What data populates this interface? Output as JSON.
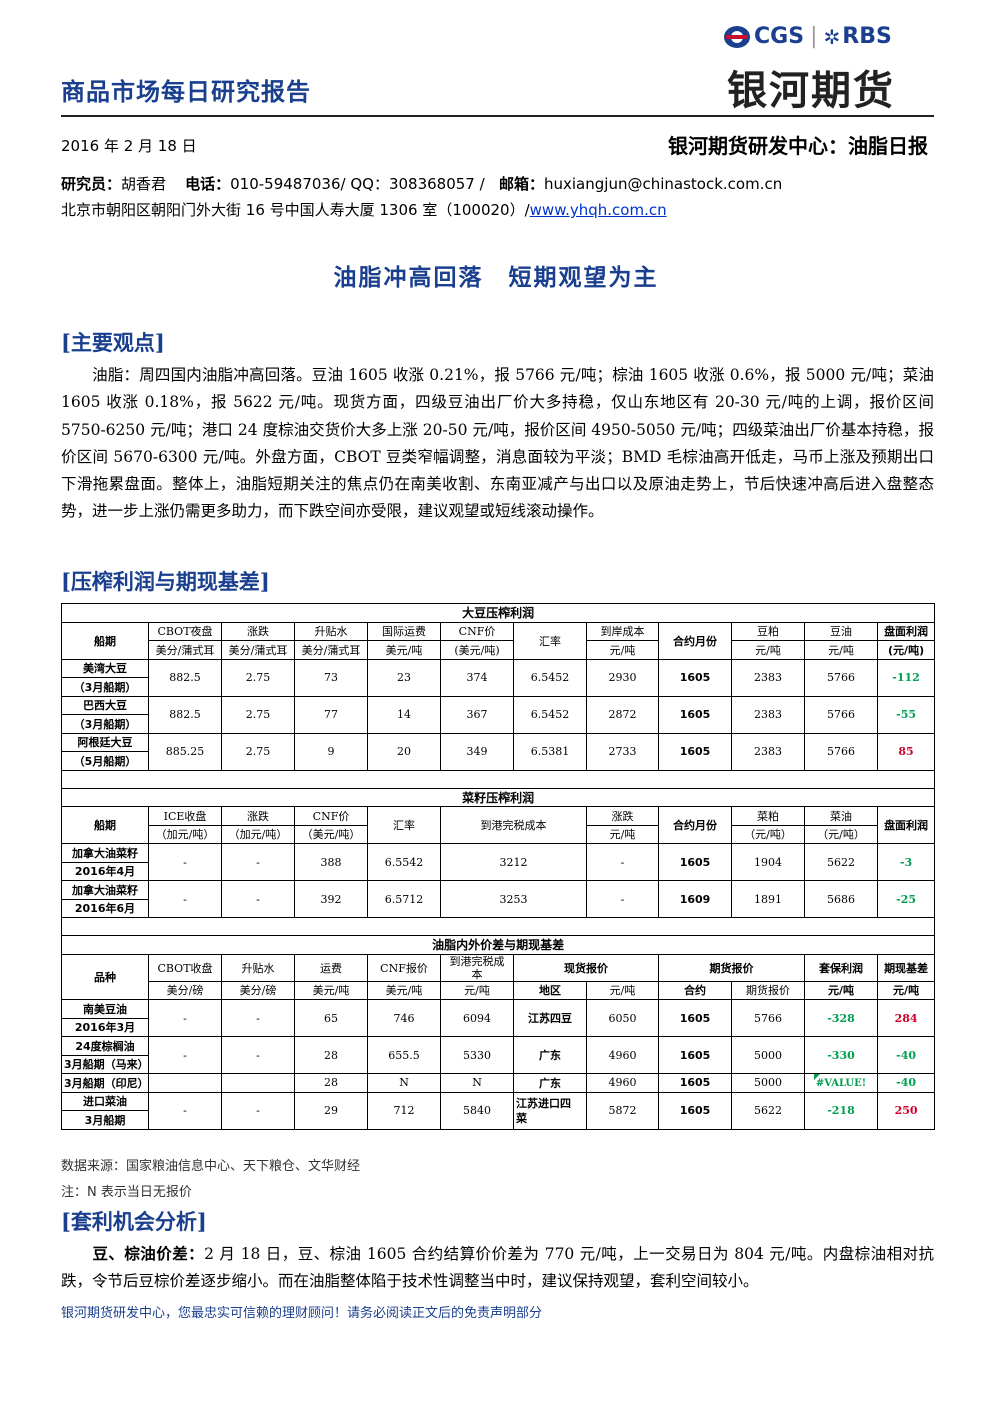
{
  "header": {
    "report_title": "商品市场每日研究报告",
    "logo_cgs": "CGS",
    "logo_rbs": "RBS",
    "logo_cn": "银河期货"
  },
  "meta": {
    "date": "2016 年 2 月 18 日",
    "center": "银河期货研发中心：油脂日报",
    "researcher_label": "研究员：",
    "researcher_name": "胡香君",
    "phone_label": "电话：",
    "phone": "010-59487036/ QQ：308368057 /",
    "email_label": "邮箱：",
    "email": "huxiangjun@chinastock.com.cn",
    "address": "北京市朝阳区朝阳门外大街 16 号中国人寿大厦 1306 室（100020）/",
    "website": "www.yhqh.com.cn"
  },
  "main_title": "油脂冲高回落　短期观望为主",
  "sections": {
    "views_heading": "[主要观点]",
    "views_text": "油脂：周四国内油脂冲高回落。豆油 1605 收涨 0.21%，报 5766 元/吨；棕油 1605 收涨 0.6%，报 5000 元/吨；菜油 1605 收涨 0.18%，报 5622 元/吨。现货方面，四级豆油出厂价大多持稳，仅山东地区有 20-30 元/吨的上调，报价区间 5750-6250 元/吨；港口 24 度棕油交货价大多上涨 20-50 元/吨，报价区间 4950-5050 元/吨；四级菜油出厂价基本持稳，报价区间 5670-6300 元/吨。外盘方面，CBOT 豆类窄幅调整，消息面较为平淡；BMD 毛棕油高开低走，马币上涨及预期出口下滑拖累盘面。整体上，油脂短期关注的焦点仍在南美收割、东南亚减产与出口以及原油走势上，节后快速冲高后进入盘整态势，进一步上涨仍需更多助力，而下跌空间亦受限，建议观望或短线滚动操作。",
    "margin_heading": "[压榨利润与期现基差]",
    "arb_heading": "[套利机会分析]",
    "arb_lead": "豆、棕油价差：",
    "arb_text": "2 月 18 日，豆、棕油 1605 合约结算价价差为 770 元/吨，上一交易日为 804 元/吨。内盘棕油相对抗跌，令节后豆棕价差逐步缩小。而在油脂整体陷于技术性调整当中时，建议保持观望，套利空间较小。"
  },
  "soy_table": {
    "title": "大豆压榨利润",
    "h1": [
      "船期",
      "CBOT夜盘",
      "涨跌",
      "升贴水",
      "国际运费",
      "CNF价",
      "汇率",
      "到岸成本",
      "合约月份",
      "豆粕",
      "豆油",
      "盘面利润"
    ],
    "h2": [
      "美分/蒲式耳",
      "美分/蒲式耳",
      "美分/蒲式耳",
      "美元/吨",
      "(美元/吨)",
      "元/吨",
      "元/吨",
      "元/吨",
      "(元/吨)"
    ],
    "rows": [
      {
        "n1": "美湾大豆",
        "n2": "（3月船期）",
        "v": [
          "882.5",
          "2.75",
          "73",
          "23",
          "374",
          "6.5452",
          "2930",
          "1605",
          "2383",
          "5766"
        ],
        "p": "-112",
        "cls": "grn"
      },
      {
        "n1": "巴西大豆",
        "n2": "（3月船期）",
        "v": [
          "882.5",
          "2.75",
          "77",
          "14",
          "367",
          "6.5452",
          "2872",
          "1605",
          "2383",
          "5766"
        ],
        "p": "-55",
        "cls": "grn"
      },
      {
        "n1": "阿根廷大豆",
        "n2": "（5月船期）",
        "v": [
          "885.25",
          "2.75",
          "9",
          "20",
          "349",
          "6.5381",
          "2733",
          "1605",
          "2383",
          "5766"
        ],
        "p": "85",
        "cls": "red"
      }
    ]
  },
  "rape_table": {
    "title": "菜籽压榨利润",
    "h1": [
      "船期",
      "ICE收盘",
      "涨跌",
      "CNF价",
      "汇率",
      "到港完税成本",
      "涨跌",
      "合约月份",
      "菜粕",
      "菜油",
      "盘面利润"
    ],
    "h2": [
      "（加元/吨）",
      "（加元/吨）",
      "（美元/吨）",
      "元/吨",
      "（元/吨）",
      "（元/吨）",
      "（元/吨）"
    ],
    "rows": [
      {
        "n1": "加拿大油菜籽",
        "n2": "2016年4月",
        "v": [
          "-",
          "-",
          "388",
          "6.5542",
          "3212",
          "-",
          "1605",
          "1904",
          "5622"
        ],
        "p": "-3",
        "cls": "grn"
      },
      {
        "n1": "加拿大油菜籽",
        "n2": "2016年6月",
        "v": [
          "-",
          "-",
          "392",
          "6.5712",
          "3253",
          "-",
          "1609",
          "1891",
          "5686"
        ],
        "p": "-25",
        "cls": "grn"
      }
    ]
  },
  "basis_table": {
    "title": "油脂内外价差与期现基差",
    "h1": [
      "品种",
      "CBOT收盘",
      "升贴水",
      "运费",
      "CNF报价",
      "到港完税成",
      "本",
      "现货报价",
      "期货报价",
      "套保利润",
      "期现基差"
    ],
    "h2": [
      "美分/磅",
      "美分/磅",
      "美元/吨",
      "美元/吨",
      "元/吨",
      "地区",
      "元/吨",
      "合约",
      "期货报价",
      "元/吨",
      "元/吨"
    ],
    "rows": [
      {
        "n1": "南美豆油",
        "n2": "2016年3月",
        "v": [
          "-",
          "-",
          "65",
          "746",
          "6094",
          "江苏四豆",
          "6050",
          "1605",
          "5766"
        ],
        "p": "-328",
        "b": "284",
        "bcls": "red"
      },
      {
        "n1": "24度棕榈油",
        "n2": "3月船期（马来）",
        "v": [
          "-",
          "-",
          "28",
          "655.5",
          "5330",
          "广东",
          "4960",
          "1605",
          "5000"
        ],
        "p": "-330",
        "b": "-40",
        "bcls": "grn"
      },
      {
        "n1": "3月船期（印尼）",
        "n2": "",
        "v": [
          "",
          "",
          "28",
          "N",
          "N",
          "广东",
          "4960",
          "1605",
          "5000"
        ],
        "p": "#VALUE!",
        "b": "-40",
        "bcls": "grn"
      },
      {
        "n1": "进口菜油",
        "n2": "3月船期",
        "v": [
          "-",
          "-",
          "29",
          "712",
          "5840",
          "江苏进口四",
          "5872",
          "1605",
          "5622"
        ],
        "v_extra": "菜",
        "p": "-218",
        "b": "250",
        "bcls": "red"
      }
    ]
  },
  "notes": {
    "source": "数据来源：国家粮油信息中心、天下粮仓、文华财经",
    "n_note": "注：N 表示当日无报价"
  },
  "footer": "银河期货研发中心，您最忠实可信赖的理财顾问！请务必阅读正文后的免责声明部分",
  "colors": {
    "brand": "#1a3f8f",
    "positive": "#d0002a",
    "negative": "#00a050"
  }
}
